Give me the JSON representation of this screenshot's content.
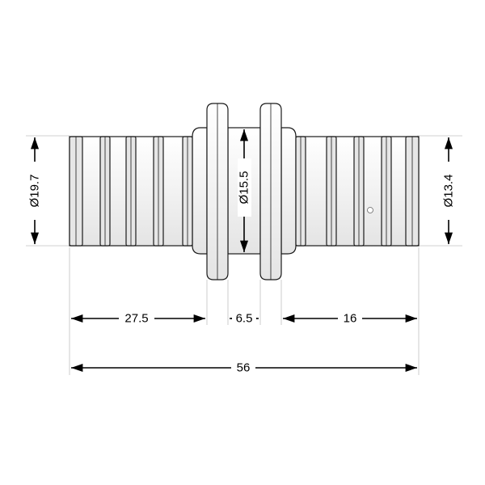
{
  "drawing": {
    "labels": {
      "left_diameter": "Ø19.7",
      "center_diameter": "Ø15.5",
      "right_diameter": "Ø13.4",
      "left_length": "27.5",
      "center_length": "6.5",
      "right_length": "16",
      "total_length": "56"
    },
    "colors": {
      "outline": "#1a1a1a",
      "dimension": "#000000",
      "extension": "#bbbbbb",
      "fill_light": "#f4f4f4",
      "fill_mid": "#d9d9d9"
    }
  }
}
